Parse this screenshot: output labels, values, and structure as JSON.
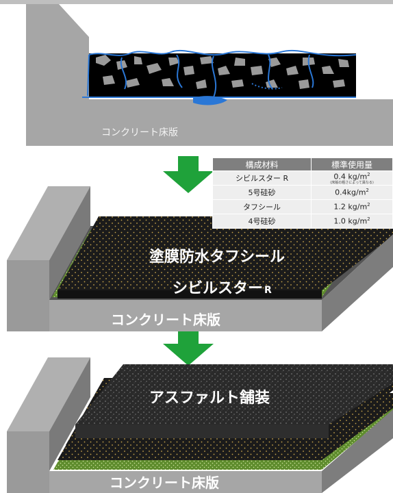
{
  "panel1": {
    "label": "コンクリート床版"
  },
  "panel2": {
    "layer_title": "塗膜防水タフシール",
    "sublayer_title": "シビルスター",
    "sublayer_suffix": "R",
    "concrete_label": "コンクリート床版"
  },
  "panel3": {
    "layer_title": "アスファルト舗装",
    "concrete_label": "コンクリート床版"
  },
  "table": {
    "headers": [
      "構成材料",
      "標準使用量"
    ],
    "rows": [
      {
        "material": "シビルスター R",
        "amount": "0.4 kg/m",
        "sup": "2",
        "note": "(床版の粗さによって異なる)"
      },
      {
        "material": "5号硅砂",
        "amount": "0.4kg/m",
        "sup": "2",
        "note": ""
      },
      {
        "material": "タフシール",
        "amount": "1.2 kg/m",
        "sup": "2",
        "note": ""
      },
      {
        "material": "4号硅砂",
        "amount": "1.0 kg/m",
        "sup": "2",
        "note": ""
      }
    ]
  },
  "colors": {
    "slab_top": "#a6a6a6",
    "slab_front": "#8a8a8a",
    "slab_side": "#767676",
    "membrane": "#1b1b1b",
    "dots": "#c8a44a",
    "primer_green": "#5e8c2d",
    "arrow_green": "#1fa23a",
    "water_blue": "#2a77d6"
  }
}
